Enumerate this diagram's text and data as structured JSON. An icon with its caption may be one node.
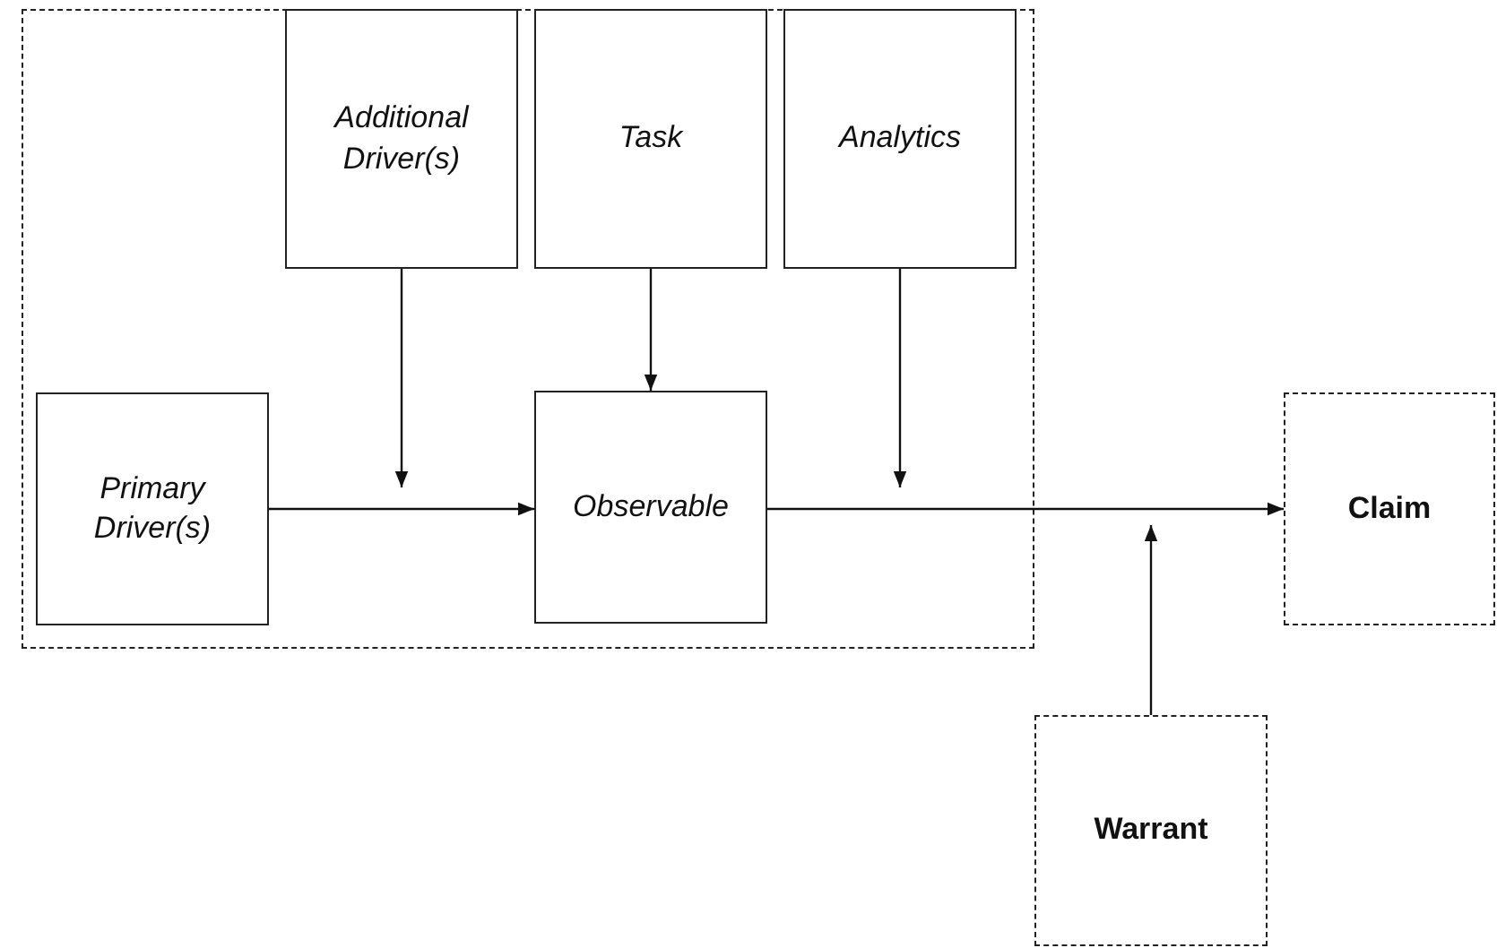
{
  "diagram": {
    "nodes": [
      {
        "text": [],
        "shape": "box"
      },
      {
        "text": [
          "Additional Driver(s)"
        ],
        "in": 0
      },
      {
        "text": [
          "Task"
        ],
        "in": 0
      },
      {
        "text": [
          "Analytics"
        ],
        "in": 0
      },
      {
        "text": [
          "Primary Driver(s)"
        ],
        "in": 0
      },
      {
        "text": [
          "Observable"
        ],
        "in": 0
      },
      {
        "text": [
          "Claim"
        ]
      },
      {
        "text": [
          "Warrant"
        ]
      }
    ],
    "edges": [
      {
        "from": 4,
        "to": 5,
        "arrow": "to"
      },
      {
        "from": 5,
        "to": 6,
        "arrow": "to"
      },
      {
        "from": 1,
        "to": null,
        "arrow": "to"
      },
      {
        "from": 2,
        "to": 5,
        "arrow": "to"
      },
      {
        "from": 3,
        "to": null,
        "arrow": "to"
      },
      {
        "from": 7,
        "to": null,
        "arrow": "to"
      }
    ]
  }
}
